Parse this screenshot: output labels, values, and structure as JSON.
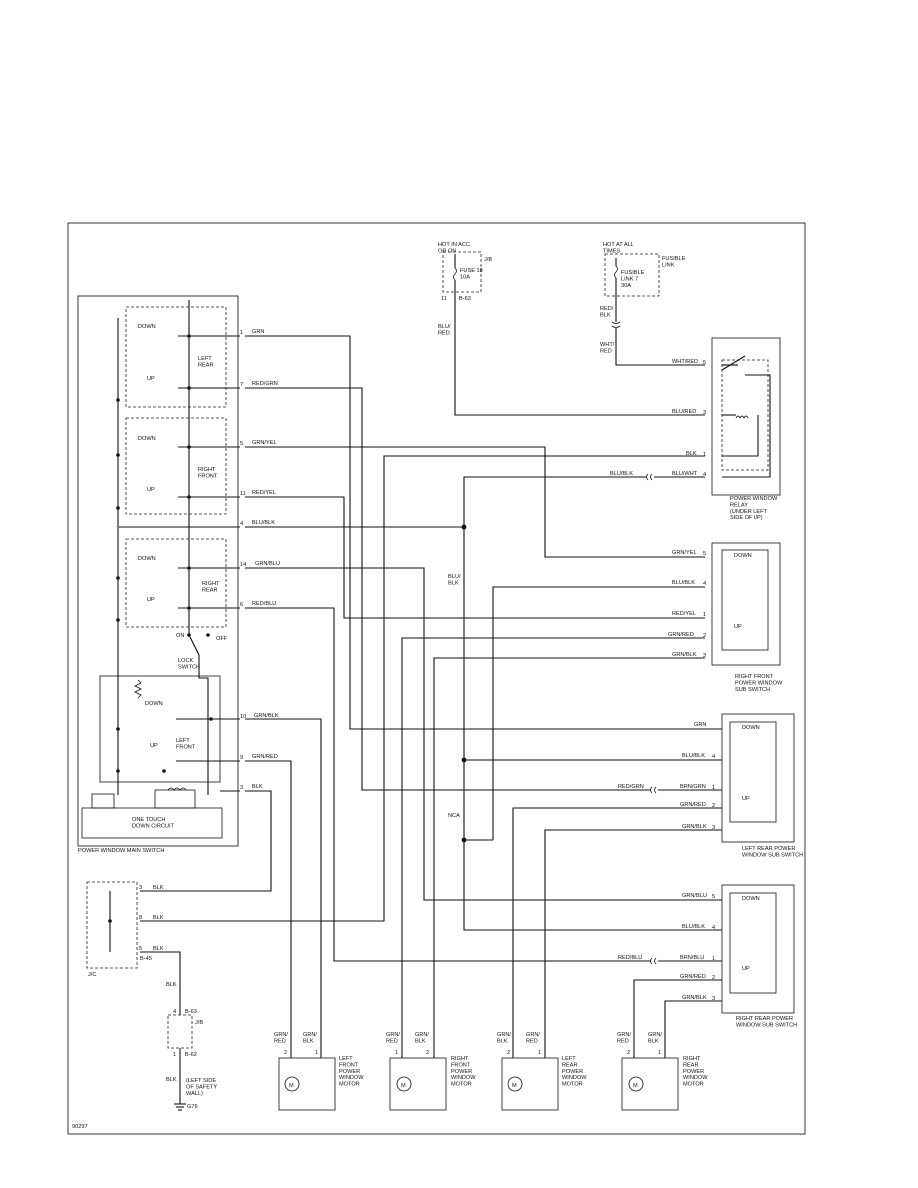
{
  "diagram": {
    "id": "90297",
    "power_sources": {
      "hot_acc": "HOT IN ACC.\nOR ON",
      "jb": "J/B",
      "fuse": "FUSE 18\n10A",
      "b63_top": "B-63",
      "pin_11": "11",
      "hot_all_times": "HOT AT ALL\nTIMES",
      "fusible_link": "FUSIBLE\nLINK",
      "fusible_unit": "FUSIBLE\nLINK 7\n30A",
      "red_blk": "RED/\nBLK",
      "wht_red": "WHT/\nRED",
      "blu_red_left": "BLU/\nRED"
    },
    "main_switch": {
      "name": "POWER WINDOW MAIN SWITCH",
      "left_rear": "LEFT\nREAR",
      "right_front": "RIGHT\nFRONT",
      "right_rear": "RIGHT\nREAR",
      "left_front": "LEFT\nFRONT",
      "down": "DOWN",
      "up": "UP",
      "on": "ON",
      "off": "OFF",
      "lock_switch": "LOCK\nSWITCH",
      "one_touch": "ONE TOUCH\nDOWN CIRCUIT",
      "pins": [
        {
          "pin": "1",
          "wire": "GRN"
        },
        {
          "pin": "7",
          "wire": "RED/GRN"
        },
        {
          "pin": "5",
          "wire": "GRN/YEL"
        },
        {
          "pin": "11",
          "wire": "RED/YEL"
        },
        {
          "pin": "4",
          "wire": "BLU/BLK"
        },
        {
          "pin": "14",
          "wire": "GRN/BLU"
        },
        {
          "pin": "6",
          "wire": "RED/BLU"
        },
        {
          "pin": "10",
          "wire": "GRN/BLK"
        },
        {
          "pin": "9",
          "wire": "GRN/RED"
        },
        {
          "pin": "3",
          "wire": "BLK"
        }
      ]
    },
    "relay": {
      "name": "POWER WINDOW\nRELAY\n(UNDER LEFT\nSIDE OF I/P)",
      "pins": [
        {
          "pin": "5",
          "wire": "WHT/RED"
        },
        {
          "pin": "3",
          "wire": "BLU/RED"
        },
        {
          "pin": "1",
          "wire": "BLK"
        },
        {
          "pin": "4",
          "wire": "BLU/WHT"
        }
      ],
      "blu_blk": "BLU/BLK"
    },
    "rf_sub": {
      "name": "RIGHT FRONT\nPOWER WINDOW\nSUB SWITCH",
      "pins": [
        {
          "pin": "5",
          "wire": "GRN/YEL"
        },
        {
          "pin": "4",
          "wire": "BLU/BLK"
        },
        {
          "pin": "1",
          "wire": "RED/YEL"
        },
        {
          "pin": "2",
          "wire": "GRN/RED"
        },
        {
          "pin": "3",
          "wire": "GRN/BLK"
        }
      ]
    },
    "lr_sub": {
      "name": "LEFT REAR POWER\nWINDOW SUB SWITCH",
      "pins": [
        {
          "pin": "",
          "wire": "GRN"
        },
        {
          "pin": "4",
          "wire": "BLU/BLK"
        },
        {
          "pin": "1",
          "wire": "BRN/GRN"
        },
        {
          "pin": "2",
          "wire": "GRN/RED"
        },
        {
          "pin": "3",
          "wire": "GRN/BLK"
        }
      ],
      "red_grn": "RED/GRN"
    },
    "rr_sub": {
      "name": "RIGHT REAR POWER\nWINDOW SUB SWITCH",
      "pins": [
        {
          "pin": "5",
          "wire": "GRN/BLU"
        },
        {
          "pin": "4",
          "wire": "BLU/BLK"
        },
        {
          "pin": "1",
          "wire": "BRN/BLU"
        },
        {
          "pin": "2",
          "wire": "GRN/RED"
        },
        {
          "pin": "3",
          "wire": "GRN/BLK"
        }
      ],
      "red_blu": "RED/BLU"
    },
    "mid_labels": {
      "blu_blk": "BLU/\nBLK",
      "nca": "NCA"
    },
    "jc": {
      "name": "J/C",
      "pins": [
        {
          "pin": "3",
          "wire": "BLK"
        },
        {
          "pin": "8",
          "wire": "BLK"
        },
        {
          "pin": "5",
          "wire": "BLK"
        }
      ],
      "b45": "B-45",
      "blk": "BLK"
    },
    "ground_jb": {
      "pin_top": "4",
      "b63": "B-63",
      "jb": "J/B",
      "pin_bot": "1",
      "b62": "B-62",
      "blk": "BLK",
      "location": "(LEFT SIDE\nOF SAFETY\nWALL)",
      "ground": "G76"
    },
    "motors": [
      {
        "name": "LEFT\nFRONT\nPOWER\nWINDOW\nMOTOR",
        "w1": "GRN/\nRED",
        "w2": "GRN/\nBLK",
        "p1": "2",
        "p2": "1"
      },
      {
        "name": "RIGHT\nFRONT\nPOWER\nWINDOW\nMOTOR",
        "w1": "GRN/\nRED",
        "w2": "GRN/\nBLK",
        "p1": "1",
        "p2": "2"
      },
      {
        "name": "LEFT\nREAR\nPOWER\nWINDOW\nMOTOR",
        "w1": "GRN/\nBLK",
        "w2": "GRN/\nRED",
        "p1": "2",
        "p2": "1"
      },
      {
        "name": "RIGHT\nREAR\nPOWER\nWINDOW\nMOTOR",
        "w1": "GRN/\nRED",
        "w2": "GRN/\nBLK",
        "p1": "2",
        "p2": "1"
      }
    ],
    "motor_symbol": "M",
    "sub_down": "DOWN",
    "sub_up": "UP"
  }
}
